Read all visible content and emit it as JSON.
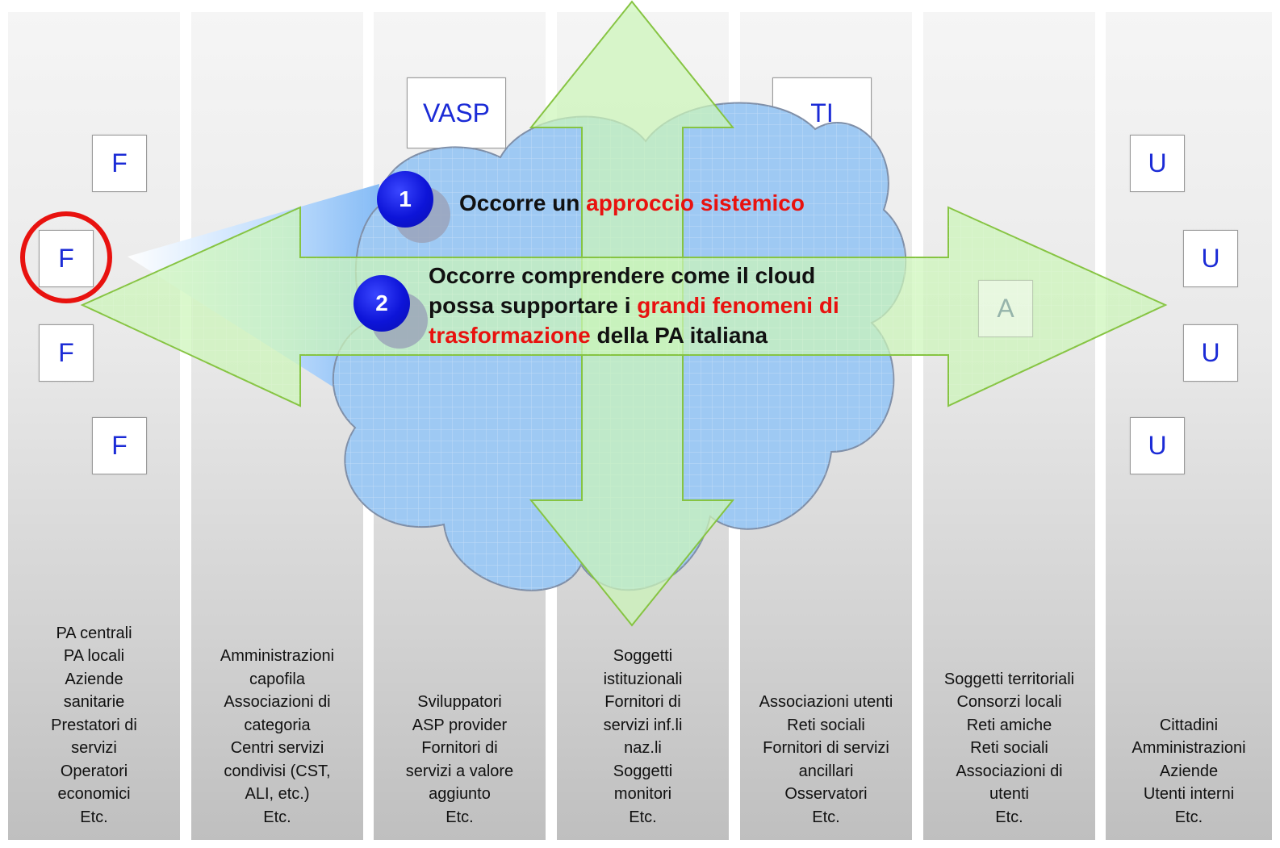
{
  "columns": [
    {
      "text": "PA centrali\nPA locali\nAziende\nsanitarie\nPrestatori di\nservizi\nOperatori\neconomici\nEtc."
    },
    {
      "text": "Amministrazioni\ncapofila\nAssociazioni di\ncategoria\nCentri servizi\ncondivisi (CST,\nALI, etc.)\nEtc."
    },
    {
      "text": "Sviluppatori\nASP provider\nFornitori di\nservizi a valore\naggiunto\nEtc."
    },
    {
      "text": "Soggetti\nistituzionali\nFornitori di\nservizi inf.li\nnaz.li\nSoggetti\nmonitori\nEtc."
    },
    {
      "text": "Associazioni utenti\nReti sociali\nFornitori di servizi\nancillari\nOsservatori\nEtc."
    },
    {
      "text": "Soggetti territoriali\nConsorzi locali\nReti amiche\nReti sociali\nAssociazioni di\nutenti\nEtc."
    },
    {
      "text": "Cittadini\nAmministrazioni\nAziende\nUtenti interni\nEtc."
    }
  ],
  "boxes": {
    "f": "F",
    "u": "U",
    "vasp": "VASP",
    "ti": "TI",
    "a": "A"
  },
  "points": [
    {
      "number": "1",
      "text_before": "Occorre un ",
      "highlight": "approccio sistemico",
      "text_after": ""
    },
    {
      "number": "2",
      "text_before": "Occorre comprendere come il cloud possa supportare i ",
      "highlight": "grandi fenomeni di trasformazione",
      "text_after": " della PA italiana"
    }
  ],
  "colors": {
    "highlight": "#e8120f",
    "box_text": "#1b2bd6",
    "bubble": "#0d14d8",
    "arrow_fill": "#ccf5b8",
    "cloud_fill": "#9ec9f3",
    "circle": "#e8120f"
  }
}
